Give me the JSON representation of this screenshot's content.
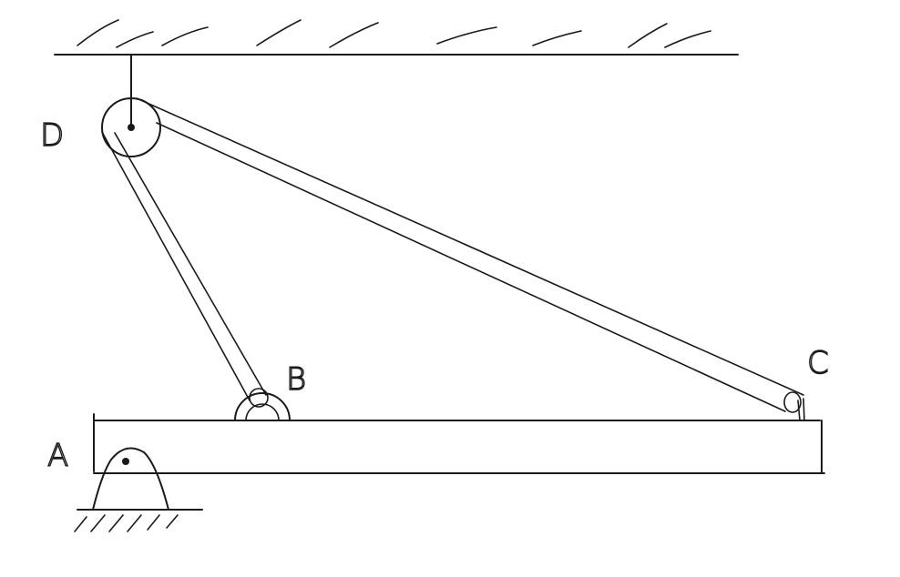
{
  "labels": {
    "D": "D",
    "B": "B",
    "C": "C",
    "A": "A"
  },
  "colors": {
    "ink": "#1a1a1a",
    "background": "#ffffff"
  }
}
